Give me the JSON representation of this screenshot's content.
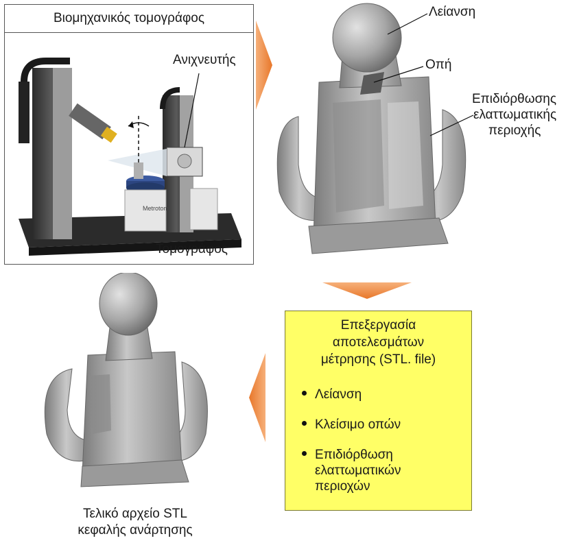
{
  "scanner_panel": {
    "title": "Βιομηχανικός τομογράφος",
    "detector_label": "Ανιχνευτής",
    "tomograph_label": "Τομογράφος",
    "brand_text": "Metrotom"
  },
  "scan_result": {
    "callout_smoothing": "Λείανση",
    "callout_hole": "Οπή",
    "callout_repair_line1": "Επιδιόρθωσης",
    "callout_repair_line2": "ελαττωματικής",
    "callout_repair_line3": "περιοχής"
  },
  "processing_box": {
    "title_line1": "Επεξεργασία",
    "title_line2": "αποτελεσμάτων",
    "title_line3": "μέτρησης (STL. file)",
    "steps": [
      {
        "text": "Λείανση"
      },
      {
        "text": "Κλείσιμο οπών"
      },
      {
        "text": "Επιδιόρθωση",
        "cont1": "ελαττωματικών",
        "cont2": "περιοχών"
      }
    ]
  },
  "final_model": {
    "caption_line1": "Τελικό αρχείο STL",
    "caption_line2": "κεφαλής ανάρτησης"
  },
  "colors": {
    "arrow": "#f08a3c",
    "box_fill": "#ffff66",
    "mesh": "#a8a8a8"
  }
}
